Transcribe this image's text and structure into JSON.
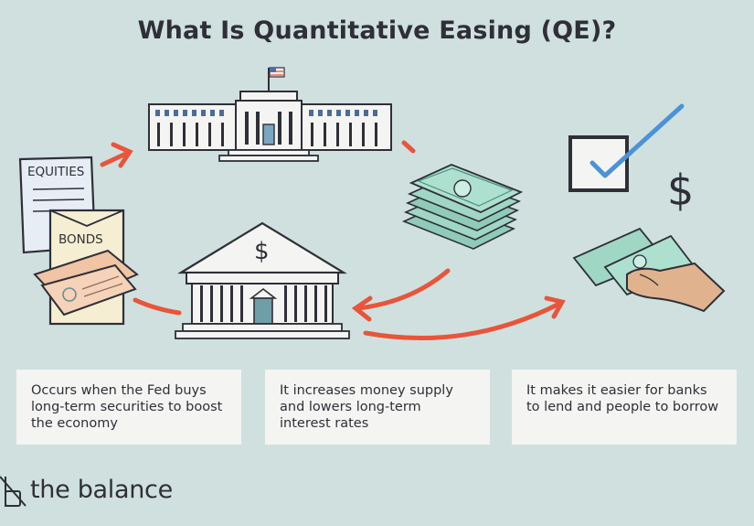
{
  "title": "What Is Quantitative Easing (QE)?",
  "labels": {
    "equities": "EQUITIES",
    "bonds": "BONDS",
    "dollar_bank": "$",
    "dollar_side": "$"
  },
  "cards": [
    {
      "text": "Occurs when the Fed buys long-term securities to boost the economy"
    },
    {
      "text": "It increases money supply and lowers long-term interest rates"
    },
    {
      "text": "It makes it easier for banks to lend and people to borrow"
    }
  ],
  "brand": {
    "name": "the balance"
  },
  "colors": {
    "background": "#cfe0df",
    "arrow": "#e8553a",
    "money": "#9fd6c4",
    "check": "#4b93d6"
  }
}
